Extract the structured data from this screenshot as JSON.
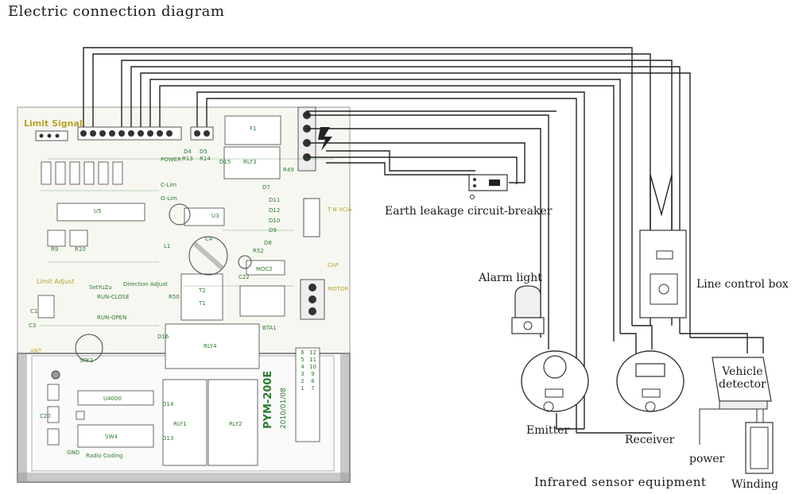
{
  "title": "Electric connection diagram",
  "labels": {
    "earth_leakage": "Earth leakage circuit-breaker",
    "alarm_light": "Alarm light",
    "line_control_box": "Line control box",
    "vehicle_detector": "Vehicle\ndetector",
    "emitter": "Emitter",
    "receiver": "Receiver",
    "power": "power",
    "infrared_sensor": "Infrared sensor equipment",
    "winding": "Winding"
  },
  "board": {
    "model": "PYM-200E",
    "date": "2010/01/08",
    "limit_signal": "Limit Signal",
    "limit_adjust": "Limit Adjust",
    "setyuzu": "SetYuZu",
    "direction_adjust": "Direction Adjust",
    "radio_coding": "Radio Coding",
    "power": "POWER",
    "c_lim": "C-Lim",
    "o_lim": "O-Lim",
    "run_close": "RUN-CLOSE",
    "run_open": "RUN-OPEN",
    "u5": "U5",
    "u3": "U3",
    "u4000": "U4000",
    "sw4": "SW4",
    "rly1": "RLY1",
    "rly2": "RLY2",
    "rly3": "RLY3",
    "rly4": "RLY4",
    "moc2": "MOC2",
    "spk1": "SPK1",
    "bta1": "BTA1",
    "c4": "C4",
    "c22": "C22",
    "t2": "T2",
    "t1": "T1",
    "r9": "R9",
    "r10": "R10",
    "r13": "R13",
    "r14": "R14",
    "d4": "D4",
    "d5": "D5",
    "f1": "F1",
    "d7": "D7",
    "r49": "R49",
    "r52": "R52",
    "r50": "R50",
    "d8": "D8",
    "d9": "D9",
    "d10": "D10",
    "d11": "D11",
    "d12": "D12",
    "d13": "D13",
    "d14": "D14",
    "d15": "D15",
    "d16": "D16",
    "c20": "C20",
    "c1": "C1",
    "c3": "C3",
    "l1": "L1",
    "ant": "ANT",
    "gnd": "GND",
    "motor": "MOTOR",
    "t_n_vcia": "T N VCIA",
    "cap": "CAP",
    "terminal_numbers": [
      "1",
      "2",
      "3",
      "4",
      "5",
      "6",
      "7",
      "8",
      "9",
      "10",
      "11",
      "12"
    ]
  }
}
